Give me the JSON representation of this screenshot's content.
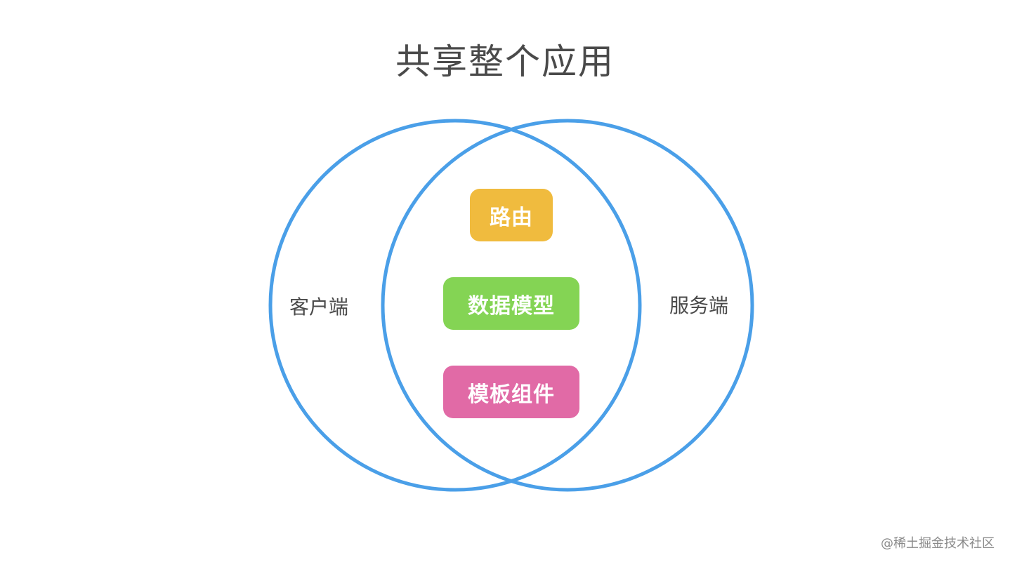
{
  "title": "共享整个应用",
  "circles": {
    "left_label": "客户端",
    "right_label": "服务端",
    "stroke_color": "#4a9fe8"
  },
  "shared_items": [
    {
      "label": "路由",
      "color": "#f0bb3e"
    },
    {
      "label": "数据模型",
      "color": "#84d454"
    },
    {
      "label": "模板组件",
      "color": "#e16aa6"
    }
  ],
  "watermark": "@稀土掘金技术社区"
}
